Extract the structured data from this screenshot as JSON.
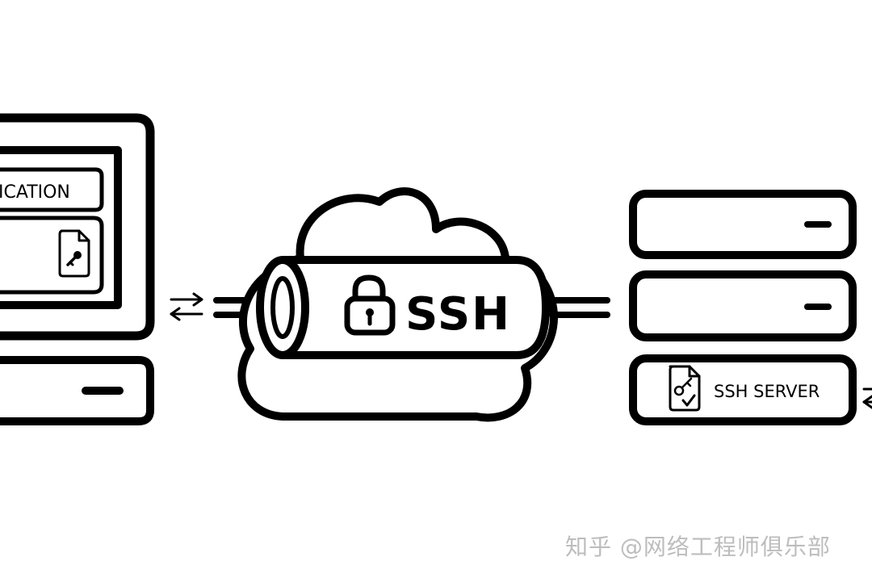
{
  "client": {
    "app_label": "ICATION"
  },
  "tunnel": {
    "label": "SSH"
  },
  "server": {
    "label": "SSH SERVER"
  },
  "watermark": {
    "text": "知乎 @网络工程师俱乐部"
  },
  "colors": {
    "line": "#000000",
    "background": "#ffffff",
    "watermark": "#bdbdbd"
  }
}
